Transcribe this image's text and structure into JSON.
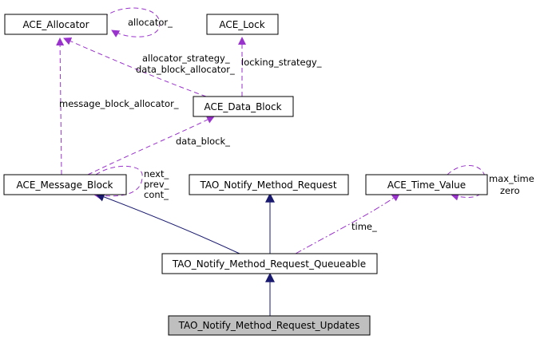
{
  "diagram": {
    "type": "collaboration-graph",
    "nodes": {
      "ace_allocator": "ACE_Allocator",
      "ace_lock": "ACE_Lock",
      "ace_data_block": "ACE_Data_Block",
      "ace_message_block": "ACE_Message_Block",
      "tao_notify_method_request": "TAO_Notify_Method_Request",
      "ace_time_value": "ACE_Time_Value",
      "tao_notify_method_request_queueable": "TAO_Notify_Method_Request_Queueable",
      "tao_notify_method_request_updates": "TAO_Notify_Method_Request_Updates"
    },
    "edge_labels": {
      "allocator_self": "allocator_",
      "allocator_strategy": "allocator_strategy_",
      "data_block_allocator": "data_block_allocator_",
      "locking_strategy": "locking_strategy_",
      "message_block_allocator": "message_block_allocator_",
      "data_block": "data_block_",
      "next": "next_",
      "prev": "prev_",
      "cont": "cont_",
      "max_time": "max_time",
      "zero": "zero",
      "time": "time_"
    },
    "colors": {
      "usage_edge": "#9a32cd",
      "inheritance_edge": "#191970",
      "highlight_fill": "#bfbfbf"
    }
  }
}
